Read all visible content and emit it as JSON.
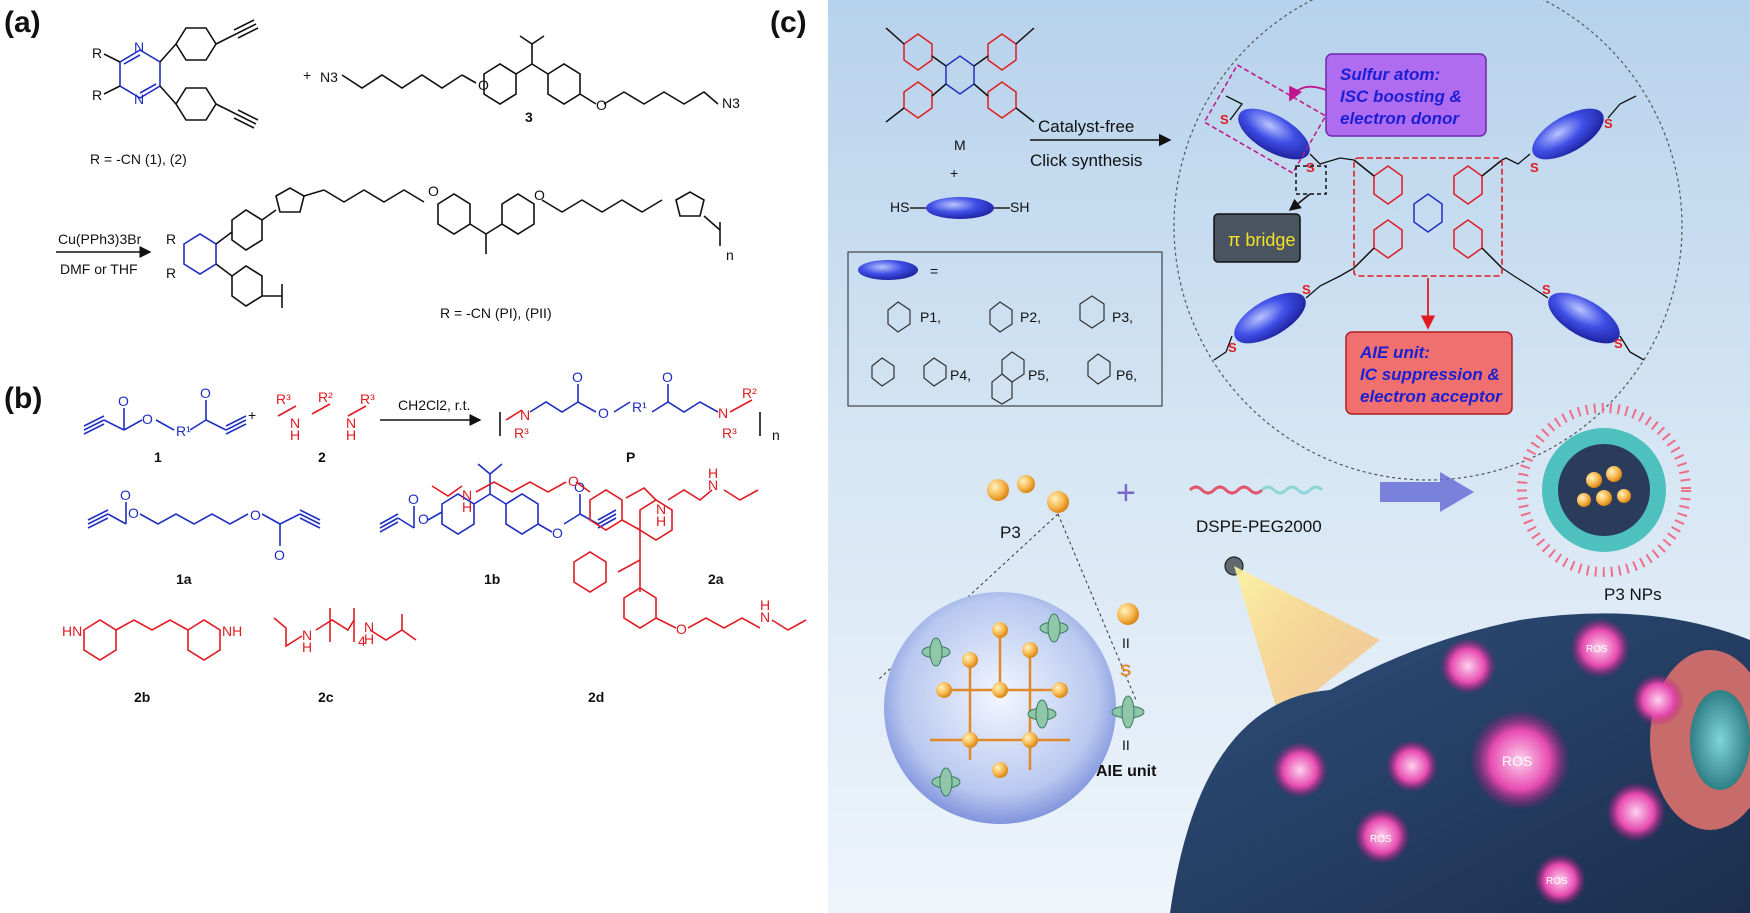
{
  "panel_a": {
    "label": "(a)",
    "r_groups": "R = -CN (1), (2)",
    "monomer_3": "3",
    "n3_left": "N3",
    "n3_right": "N3",
    "catalyst": "Cu(PPh3)3Br",
    "solvent": "DMF or THF",
    "polymer_r": "R = -CN (PI), (PII)",
    "n": "n",
    "plus": "+"
  },
  "panel_b": {
    "label": "(b)",
    "conditions": "CH2Cl2, r.t.",
    "labels": [
      "1",
      "2",
      "P",
      "1a",
      "1b",
      "2a",
      "2b",
      "2c",
      "2d"
    ],
    "plus": "+",
    "n": "n"
  },
  "panel_c": {
    "label": "(c)",
    "monomer": "M",
    "plus": "+",
    "arrow_top": "Catalyst-free",
    "arrow_bottom": "Click synthesis",
    "sulfur_box": [
      "Sulfur atom:",
      "ISC boosting &",
      "electron donor"
    ],
    "pi_bridge": "π bridge",
    "aie_box": [
      "AIE unit:",
      "IC suppression &",
      "electron acceptor"
    ],
    "legend_equals": "=",
    "legend_items": [
      "P1,",
      "P2,",
      "P3,",
      "P4,",
      "P5,",
      "P6,"
    ],
    "p3": "P3",
    "dspe": "DSPE-PEG2000",
    "p3_nps": "P3 NPs",
    "ros": "ROS",
    "s_label": "S",
    "equal_sign": "II",
    "aie_unit": "AIE unit"
  },
  "colors": {
    "blue_structure": "#1f2fbf",
    "red_structure": "#e01b22",
    "panel_c_bg": "#c9dff2",
    "sulfur_box": "#b06cf0",
    "aie_box": "#f0706f",
    "pi_bridge_box": "#4a5460"
  }
}
